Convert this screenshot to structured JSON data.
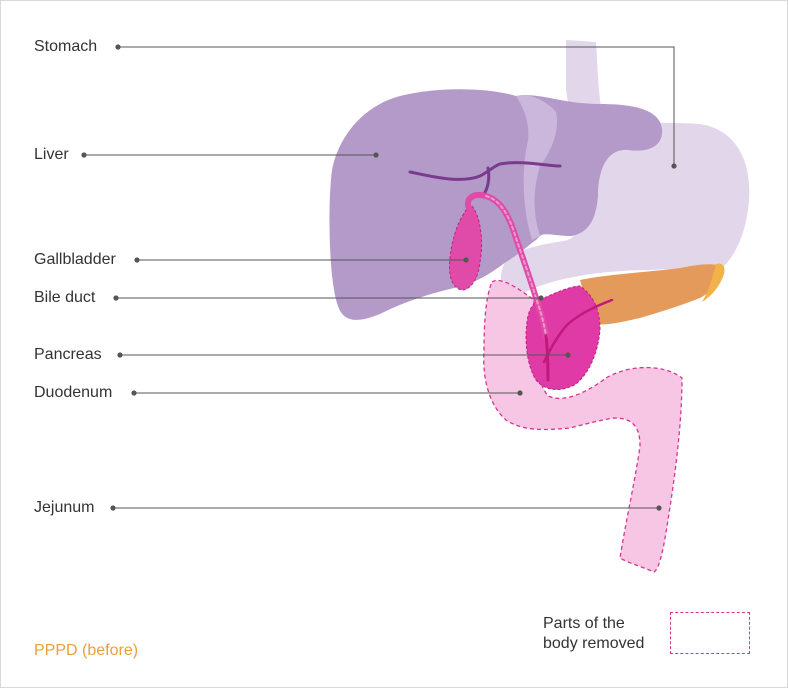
{
  "labels": {
    "stomach": "Stomach",
    "liver": "Liver",
    "gallbladder": "Gallbladder",
    "bile_duct": "Bile duct",
    "pancreas": "Pancreas",
    "duodenum": "Duodenum",
    "jejunum": "Jejunum"
  },
  "caption": "PPPD (before)",
  "legend": {
    "line1": "Parts of the",
    "line2": "body removed"
  },
  "colors": {
    "liver": "#b49ac8",
    "stomach": "#e2d7ea",
    "gallbladder": "#e04aa8",
    "pancreas": "#e49a5a",
    "duodenum": "#f6c6e4",
    "removed_outline": "#d8358f",
    "caption": "#e8a03a",
    "leader_line": "#555555"
  }
}
